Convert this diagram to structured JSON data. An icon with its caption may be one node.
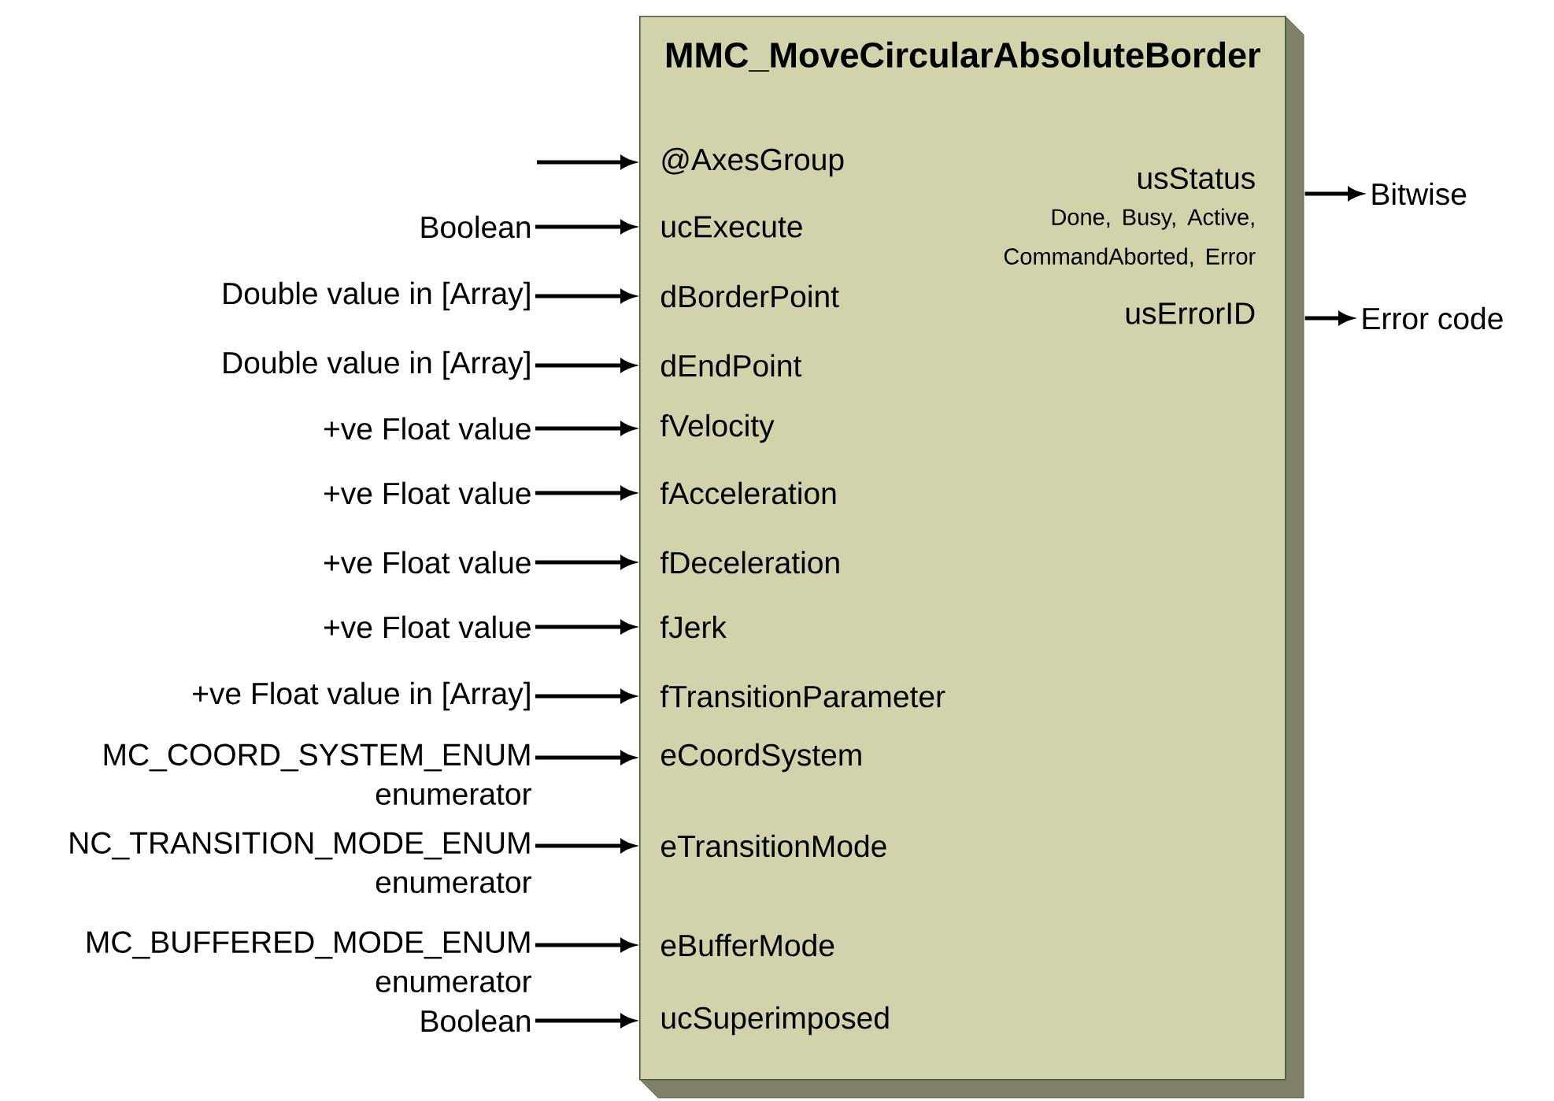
{
  "diagram": {
    "nodes": [
      {
        "text": [
          "MMC_MoveCircularAbsoluteBorder"
        ]
      },
      {
        "text": [
          "@AxesGroup"
        ],
        "in": 0
      },
      {
        "text": [
          "ucExecute"
        ],
        "in": 0
      },
      {
        "text": [
          "dBorderPoint"
        ],
        "in": 0
      },
      {
        "text": [
          "dEndPoint"
        ],
        "in": 0
      },
      {
        "text": [
          "fVelocity"
        ],
        "in": 0
      },
      {
        "text": [
          "fAcceleration"
        ],
        "in": 0
      },
      {
        "text": [
          "fDeceleration"
        ],
        "in": 0
      },
      {
        "text": [
          "fJerk"
        ],
        "in": 0
      },
      {
        "text": [
          "fTransitionParameter"
        ],
        "in": 0
      },
      {
        "text": [
          "eCoordSystem"
        ],
        "in": 0
      },
      {
        "text": [
          "eTransitionMode"
        ],
        "in": 0
      },
      {
        "text": [
          "eBufferMode"
        ],
        "in": 0
      },
      {
        "text": [
          "ucSuperimposed"
        ],
        "in": 0
      },
      {
        "text": [
          "usStatus",
          "Done, Busy, Active, CommandAborted, Error"
        ],
        "in": 0
      },
      {
        "text": [
          "usErrorID"
        ],
        "in": 0
      },
      {
        "text": [
          "Boolean"
        ]
      },
      {
        "text": [
          "Double value in [Array]"
        ]
      },
      {
        "text": [
          "Double value in [Array]"
        ]
      },
      {
        "text": [
          "+ve Float value"
        ]
      },
      {
        "text": [
          "+ve Float value"
        ]
      },
      {
        "text": [
          "+ve Float value"
        ]
      },
      {
        "text": [
          "+ve Float value"
        ]
      },
      {
        "text": [
          "+ve Float value in [Array]"
        ]
      },
      {
        "text": [
          "MC_COORD_SYSTEM_ENUM enumerator"
        ]
      },
      {
        "text": [
          "NC_TRANSITION_MODE_ENUM enumerator"
        ]
      },
      {
        "text": [
          "MC_BUFFERED_MODE_ENUM enumerator"
        ]
      },
      {
        "text": [
          "Boolean"
        ]
      },
      {
        "text": [
          "Bitwise"
        ]
      },
      {
        "text": [
          "Error code"
        ]
      }
    ],
    "edges": [
      {
        "from": null,
        "to": 1,
        "arrow": "to"
      },
      {
        "from": 16,
        "to": 2,
        "arrow": "to"
      },
      {
        "from": 17,
        "to": 3,
        "arrow": "to"
      },
      {
        "from": 18,
        "to": 4,
        "arrow": "to"
      },
      {
        "from": 19,
        "to": 5,
        "arrow": "to"
      },
      {
        "from": 20,
        "to": 6,
        "arrow": "to"
      },
      {
        "from": 21,
        "to": 7,
        "arrow": "to"
      },
      {
        "from": 22,
        "to": 8,
        "arrow": "to"
      },
      {
        "from": 23,
        "to": 9,
        "arrow": "to"
      },
      {
        "from": 24,
        "to": 10,
        "arrow": "to"
      },
      {
        "from": 25,
        "to": 11,
        "arrow": "to"
      },
      {
        "from": 26,
        "to": 12,
        "arrow": "to"
      },
      {
        "from": 27,
        "to": 13,
        "arrow": "to"
      },
      {
        "from": 14,
        "to": 28,
        "arrow": "to"
      },
      {
        "from": 15,
        "to": 29,
        "arrow": "to"
      }
    ]
  }
}
